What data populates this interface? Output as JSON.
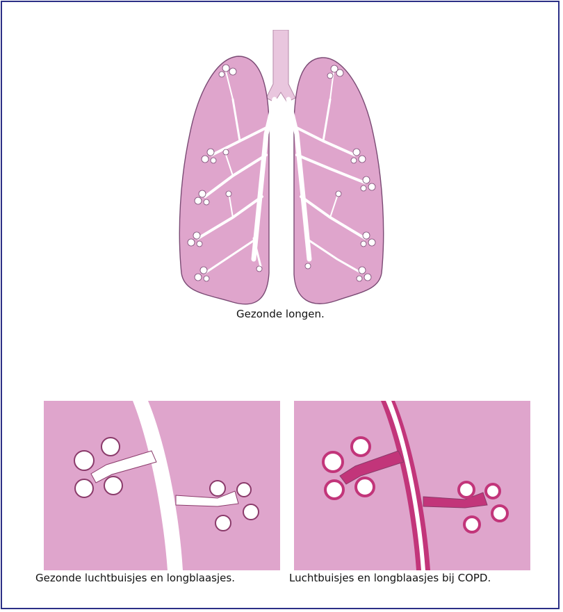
{
  "captions": {
    "healthy_lungs": "Gezonde longen.",
    "healthy_airways": "Gezonde luchtbuisjes en longblaasjes.",
    "copd_airways": "Luchtbuisjes en longblaasjes bij COPD."
  },
  "colors": {
    "lung_fill": "#dfa5cc",
    "lung_outline": "#7a4a74",
    "panel_fill": "#dfa5cc",
    "copd_wall": "#c2357a",
    "trachea": "#e9c6de",
    "frame": "#2b2f86"
  }
}
